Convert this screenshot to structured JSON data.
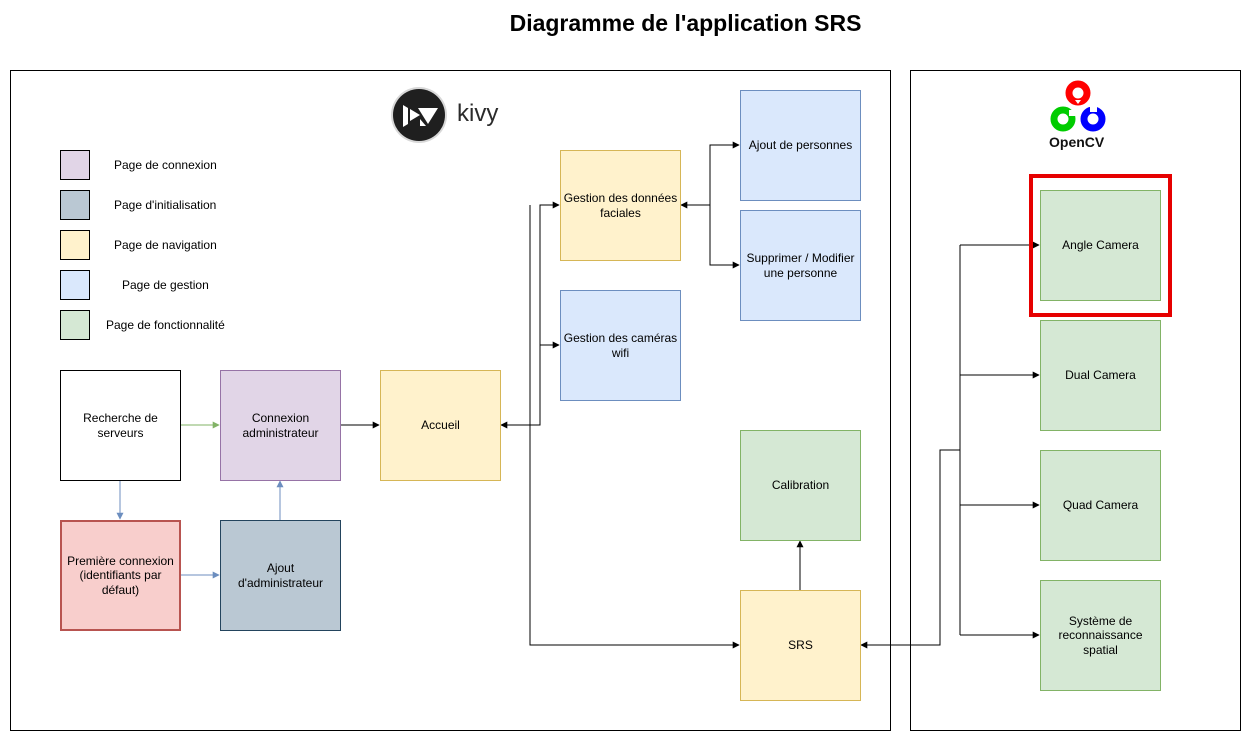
{
  "title": "Diagramme de l'application SRS",
  "kivy_label": "kivy",
  "opencv_label": "OpenCV",
  "legend": [
    {
      "label": "Page de connexion",
      "color": "#e1d5e7"
    },
    {
      "label": "Page d'initialisation",
      "color": "#bac8d3"
    },
    {
      "label": "Page de navigation",
      "color": "#fff2cc"
    },
    {
      "label": "Page de gestion",
      "color": "#dae8fc"
    },
    {
      "label": "Page de fonctionnalité",
      "color": "#d5e8d4"
    }
  ],
  "nodes": {
    "recherche": "Recherche de serveurs",
    "connexion": "Connexion administrateur",
    "premiere": "Première connexion (identifiants par défaut)",
    "ajout_admin": "Ajout d'administrateur",
    "accueil": "Accueil",
    "gestion_faciales": "Gestion des données faciales",
    "gestion_cameras": "Gestion des caméras wifi",
    "ajout_personnes": "Ajout de personnes",
    "supprimer": "Supprimer / Modifier une personne",
    "calibration": "Calibration",
    "srs": "SRS",
    "angle": "Angle Camera",
    "dual": "Dual Camera",
    "quad": "Quad Camera",
    "spatial": "Système de reconnaissance spatial"
  },
  "colors": {
    "highlight": "#e60000",
    "edge_default": "#000000",
    "edge_green": "#82b366",
    "edge_blue": "#6c8ebf"
  }
}
